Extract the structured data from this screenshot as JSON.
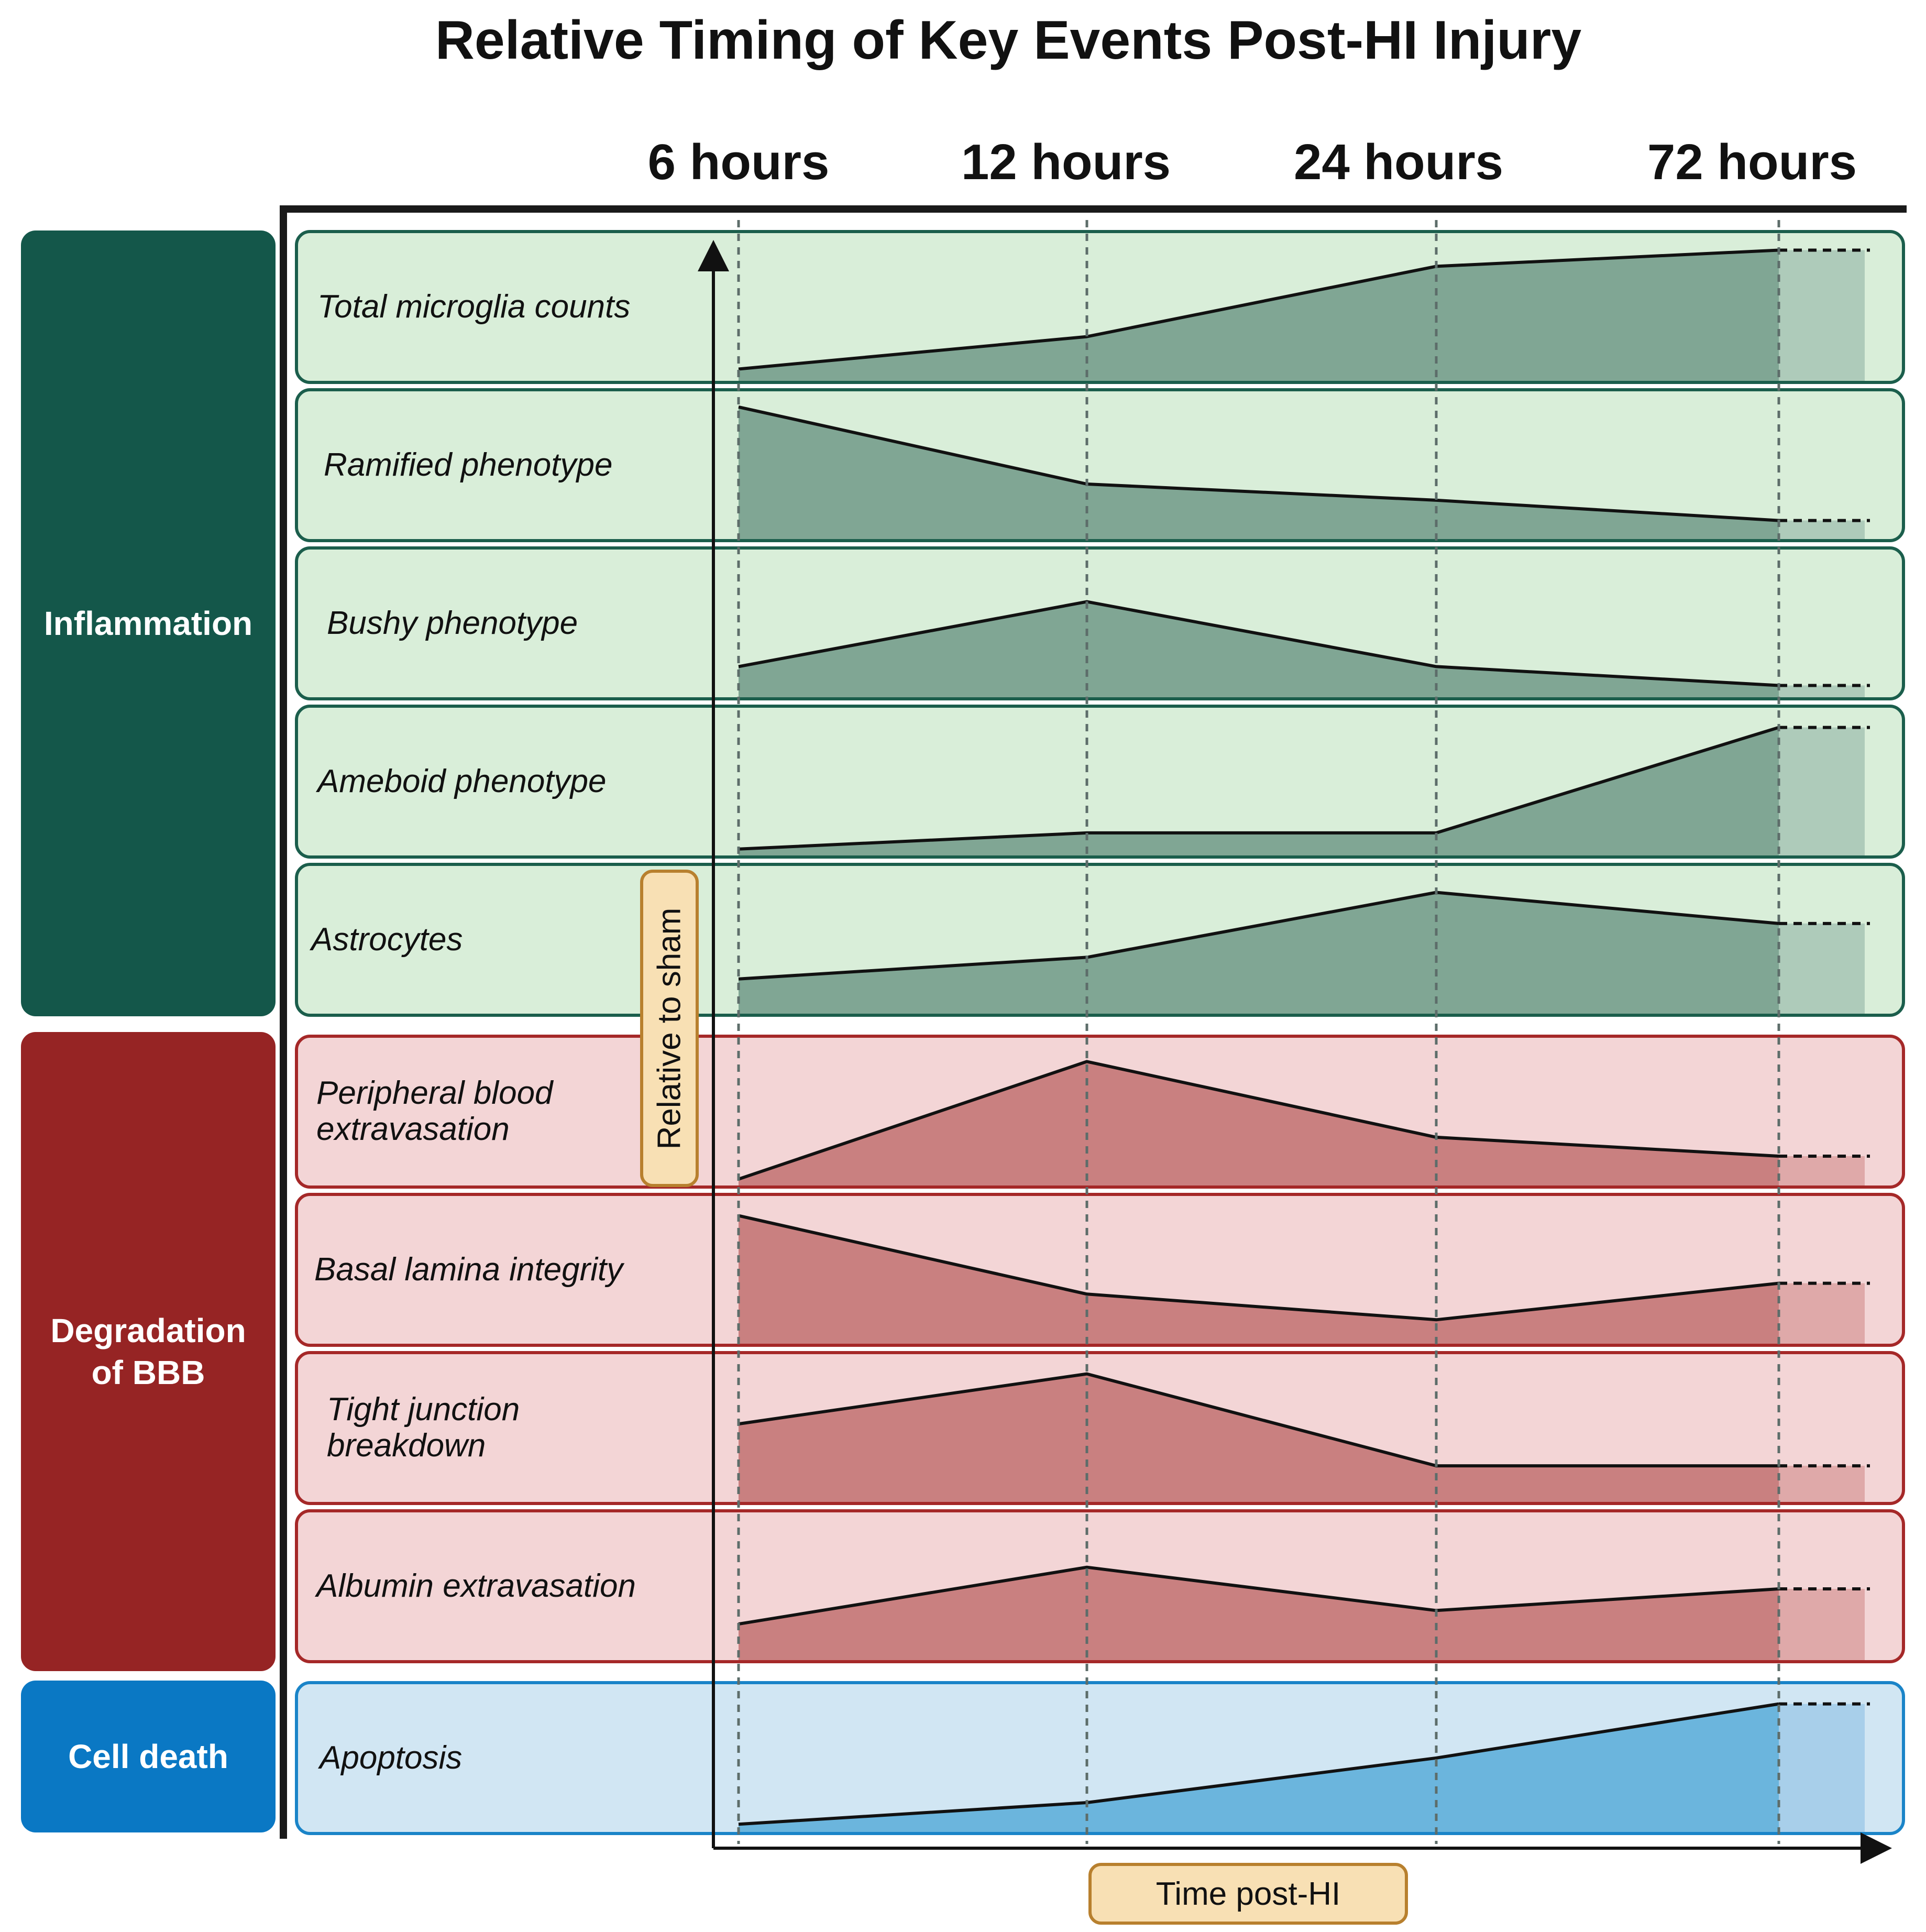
{
  "title": "Relative Timing of Key Events Post-HI Injury",
  "time_points": [
    "6 hours",
    "12 hours",
    "24 hours",
    "72 hours"
  ],
  "y_axis_label": "Relative to sham",
  "x_axis_label": "Time post-HI",
  "colors": {
    "Inflammation": {
      "category": "#14574a",
      "panel_bg": "#d9eed9",
      "panel_border": "#1b5e4c",
      "area": "#80a694",
      "fade": "#aecbba"
    },
    "Degradation of BBB": {
      "category": "#962424",
      "panel_bg": "#f3d5d6",
      "panel_border": "#a52828",
      "area": "#c98080",
      "fade": "#dfa9a9"
    },
    "Cell death": {
      "category": "#0a78c4",
      "panel_bg": "#d1e6f3",
      "panel_border": "#1a84c8",
      "area": "#6bb5dd",
      "fade": "#a8cfea"
    }
  },
  "categories": [
    {
      "name": "Inflammation",
      "label": "Inflammation"
    },
    {
      "name": "Degradation of BBB",
      "label": "Degradation\nof BBB"
    },
    {
      "name": "Cell death",
      "label": "Cell death"
    }
  ],
  "chart_data": {
    "type": "area",
    "x": [
      "6 hours",
      "12 hours",
      "24 hours",
      "72 hours"
    ],
    "ylabel": "Relative to sham",
    "xlabel": "Time post-HI",
    "series": [
      {
        "name": "Total microglia counts",
        "category": "Inflammation",
        "values": [
          0.06,
          0.3,
          0.82,
          0.94
        ]
      },
      {
        "name": "Ramified phenotype",
        "category": "Inflammation",
        "values": [
          0.95,
          0.38,
          0.26,
          0.11
        ]
      },
      {
        "name": "Bushy phenotype",
        "category": "Inflammation",
        "values": [
          0.2,
          0.68,
          0.2,
          0.06
        ]
      },
      {
        "name": "Ameboid phenotype",
        "category": "Inflammation",
        "values": [
          0.02,
          0.14,
          0.14,
          0.92
        ]
      },
      {
        "name": "Astrocytes",
        "category": "Inflammation",
        "values": [
          0.23,
          0.39,
          0.87,
          0.64
        ]
      },
      {
        "name": "Peripheral blood\nextravasation",
        "category": "Degradation of BBB",
        "values": [
          0.02,
          0.89,
          0.33,
          0.19
        ]
      },
      {
        "name": "Basal lamina integrity",
        "category": "Degradation of BBB",
        "values": [
          0.92,
          0.34,
          0.15,
          0.42
        ]
      },
      {
        "name": "Tight junction\nbreakdown",
        "category": "Degradation of BBB",
        "values": [
          0.55,
          0.92,
          0.24,
          0.24
        ]
      },
      {
        "name": "Albumin extravasation",
        "category": "Degradation of BBB",
        "values": [
          0.24,
          0.66,
          0.34,
          0.5
        ]
      },
      {
        "name": "Apoptosis",
        "category": "Cell death",
        "values": [
          0.03,
          0.19,
          0.52,
          0.92
        ]
      }
    ]
  }
}
